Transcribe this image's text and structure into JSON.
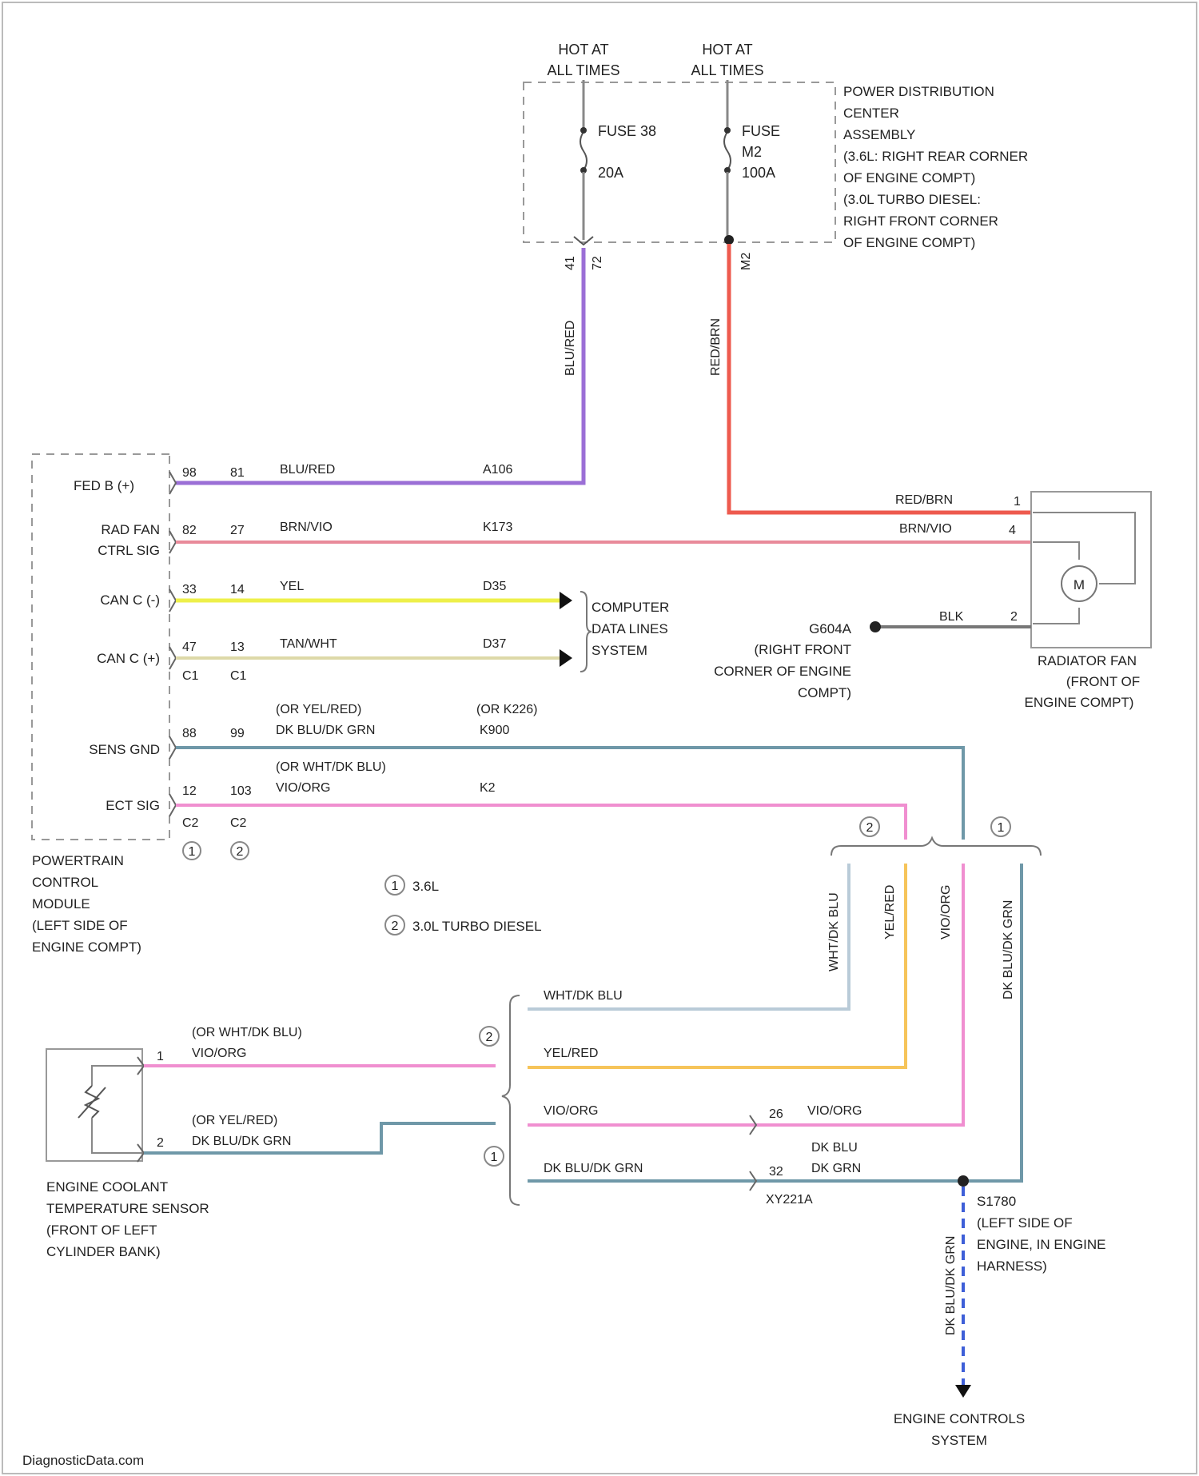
{
  "colors": {
    "blu_red": "#9b6fd6",
    "red_brn": "#ee5a4e",
    "brn_vio": "#e98a9a",
    "yel": "#eef04a",
    "tan_wht": "#ddd9a8",
    "dk_blu_dk_grn": "#6f98a8",
    "vio_org": "#f08fd0",
    "wht_dk_blu": "#b9cbd8",
    "yel_red": "#f6c45a",
    "blk": "#777777",
    "dashed_blue": "#3e5fd8"
  },
  "pdc": {
    "hot1": [
      "HOT AT",
      "ALL TIMES"
    ],
    "hot2": [
      "HOT AT",
      "ALL TIMES"
    ],
    "fuse1": [
      "FUSE 38",
      "20A"
    ],
    "fuse2": [
      "FUSE",
      "M2",
      "100A"
    ],
    "title": [
      "POWER DISTRIBUTION",
      "CENTER",
      "ASSEMBLY",
      "(3.6L: RIGHT REAR CORNER",
      "OF ENGINE COMPT)",
      "(3.0L TURBO DIESEL:",
      "RIGHT FRONT CORNER",
      "OF ENGINE COMPT)"
    ],
    "pin1a": "41",
    "pin1b": "72",
    "pin2": "M2",
    "wire1": "BLU/RED",
    "wire2": "RED/BRN"
  },
  "pcm": {
    "pins": [
      {
        "label": "FED B (+)",
        "p1": "98",
        "p2": "81",
        "wire": "BLU/RED",
        "circuit": "A106"
      },
      {
        "label": [
          "RAD FAN",
          "CTRL SIG"
        ],
        "p1": "82",
        "p2": "27",
        "wire": "BRN/VIO",
        "circuit": "K173"
      },
      {
        "label": "CAN C (-)",
        "p1": "33",
        "p2": "14",
        "wire": "YEL",
        "circuit": "D35"
      },
      {
        "label": "CAN C (+)",
        "p1": "47",
        "p2": "13",
        "wire": "TAN/WHT",
        "circuit": "D37"
      },
      {
        "label": "SENS GND",
        "p1": "88",
        "p2": "99",
        "wire": [
          "(OR YEL/RED)",
          "DK BLU/DK GRN"
        ],
        "circuit": [
          "(OR K226)",
          "K900"
        ]
      },
      {
        "label": "ECT SIG",
        "p1": "12",
        "p2": "103",
        "wire": [
          "(OR WHT/DK BLU)",
          "VIO/ORG"
        ],
        "circuit": "K2"
      }
    ],
    "conn_a": [
      "C1",
      "C1"
    ],
    "conn_b": [
      "C2",
      "C2"
    ],
    "notes": [
      "1",
      "2"
    ],
    "title": [
      "POWERTRAIN",
      "CONTROL",
      "MODULE",
      "(LEFT SIDE OF",
      "ENGINE COMPT)"
    ]
  },
  "can": {
    "title": [
      "COMPUTER",
      "DATA LINES",
      "SYSTEM"
    ]
  },
  "legend": [
    {
      "num": "1",
      "text": "3.6L"
    },
    {
      "num": "2",
      "text": "3.0L TURBO DIESEL"
    }
  ],
  "fan": {
    "wire1": "RED/BRN",
    "wire2": "BRN/VIO",
    "pin1": "1",
    "pin4": "4",
    "pin2": "2",
    "motor": "M",
    "title": [
      "RADIATOR FAN",
      "(FRONT OF",
      "ENGINE COMPT)"
    ],
    "gnd_wire": "BLK",
    "gnd_id": "G604A",
    "gnd_loc": [
      "(RIGHT FRONT",
      "CORNER OF ENGINE",
      "COMPT)"
    ]
  },
  "branch": {
    "g2": "2",
    "g1": "1",
    "v1": "WHT/DK BLU",
    "v2": "YEL/RED",
    "v3": "VIO/ORG",
    "v4": "DK BLU/DK GRN"
  },
  "ect": {
    "pin1": "1",
    "pin2": "2",
    "wire1": [
      "(OR WHT/DK BLU)",
      "VIO/ORG"
    ],
    "wire2": [
      "(OR YEL/RED)",
      "DK BLU/DK GRN"
    ],
    "title": [
      "ENGINE COOLANT",
      "TEMPERATURE SENSOR",
      "(FRONT OF LEFT",
      "CYLINDER BANK)"
    ]
  },
  "lower": {
    "g2": "2",
    "g1": "1",
    "w1": "WHT/DK BLU",
    "w2": "YEL/RED",
    "w3": "VIO/ORG",
    "w4": "DK BLU/DK GRN",
    "c26": "26",
    "c32": "32",
    "w3r": "VIO/ORG",
    "w4r": [
      "DK BLU",
      "DK GRN"
    ],
    "conn": "XY221A",
    "splice": [
      "S1780",
      "(LEFT SIDE OF",
      "ENGINE, IN ENGINE",
      "HARNESS)"
    ],
    "down_wire": "DK BLU/DK GRN",
    "ecs": [
      "ENGINE CONTROLS",
      "SYSTEM"
    ]
  },
  "footer": "DiagnosticData.com"
}
